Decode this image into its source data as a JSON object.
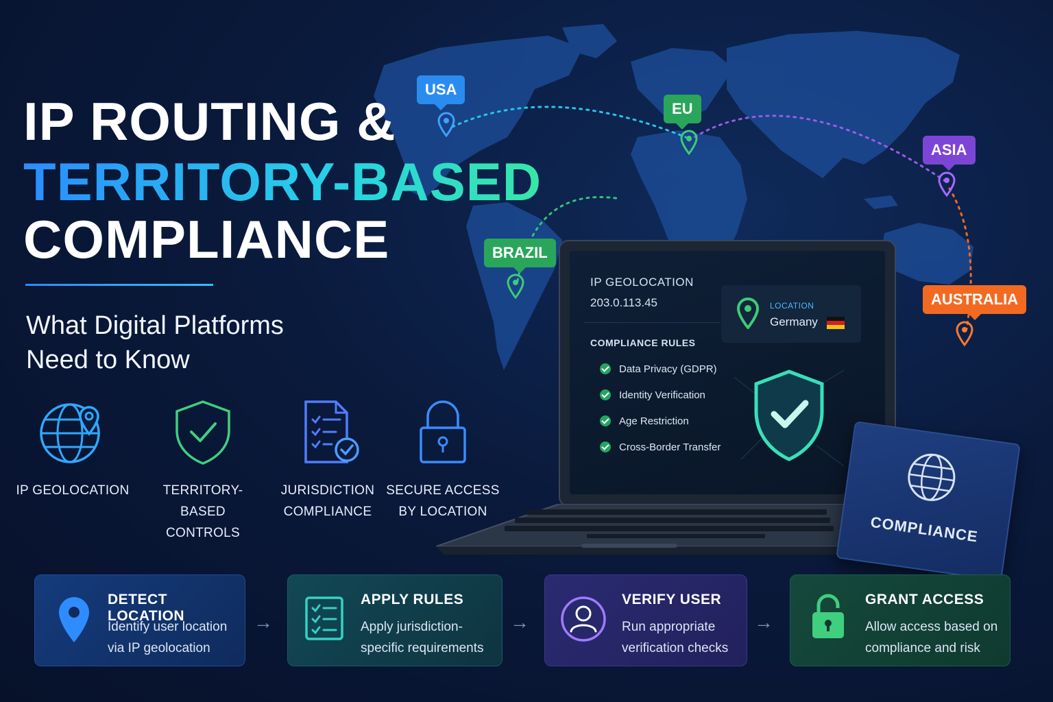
{
  "title": {
    "line1": "IP ROUTING &",
    "line2": "TERRITORY-BASED",
    "line3": "COMPLIANCE",
    "subtitle_line1": "What Digital Platforms",
    "subtitle_line2": "Need to Know"
  },
  "features": [
    {
      "label_line1": "IP GEOLOCATION",
      "label_line2": "",
      "icon": "globe-pin-icon"
    },
    {
      "label_line1": "TERRITORY-BASED",
      "label_line2": "CONTROLS",
      "icon": "shield-check-icon"
    },
    {
      "label_line1": "JURISDICTION",
      "label_line2": "COMPLIANCE",
      "icon": "checklist-document-icon"
    },
    {
      "label_line1": "SECURE ACCESS",
      "label_line2": "BY LOCATION",
      "icon": "padlock-icon"
    }
  ],
  "map_pins": [
    {
      "label": "USA",
      "color": "#2b8cf0"
    },
    {
      "label": "EU",
      "color": "#2aa65b"
    },
    {
      "label": "ASIA",
      "color": "#7d45d6"
    },
    {
      "label": "BRAZIL",
      "color": "#2aa65b"
    },
    {
      "label": "AUSTRALIA",
      "color": "#f26a22"
    }
  ],
  "laptop": {
    "ip_heading": "IP GEOLOCATION",
    "ip_value": "203.0.113.45",
    "location_label": "LOCATION",
    "location_value": "Germany",
    "rules_heading": "COMPLIANCE RULES",
    "rules": [
      "Data Privacy (GDPR)",
      "Identity Verification",
      "Age Restriction",
      "Cross-Border Transfer"
    ]
  },
  "passport": {
    "label": "COMPLIANCE"
  },
  "steps": [
    {
      "title": "DETECT LOCATION",
      "desc_line1": "Identify user location",
      "desc_line2": "via IP geolocation",
      "icon": "location-pin-icon"
    },
    {
      "title": "APPLY RULES",
      "desc_line1": "Apply jurisdiction-",
      "desc_line2": "specific requirements",
      "icon": "checklist-icon"
    },
    {
      "title": "VERIFY USER",
      "desc_line1": "Run appropriate",
      "desc_line2": "verification checks",
      "icon": "user-icon"
    },
    {
      "title": "GRANT ACCESS",
      "desc_line1": "Allow access based on",
      "desc_line2": "compliance and risk",
      "icon": "padlock-icon"
    }
  ],
  "colors": {
    "background": "#0a1a3c",
    "accent_blue": "#2b8cff",
    "accent_green": "#2aa65b",
    "accent_purple": "#7d45d6",
    "accent_orange": "#f26a22"
  }
}
